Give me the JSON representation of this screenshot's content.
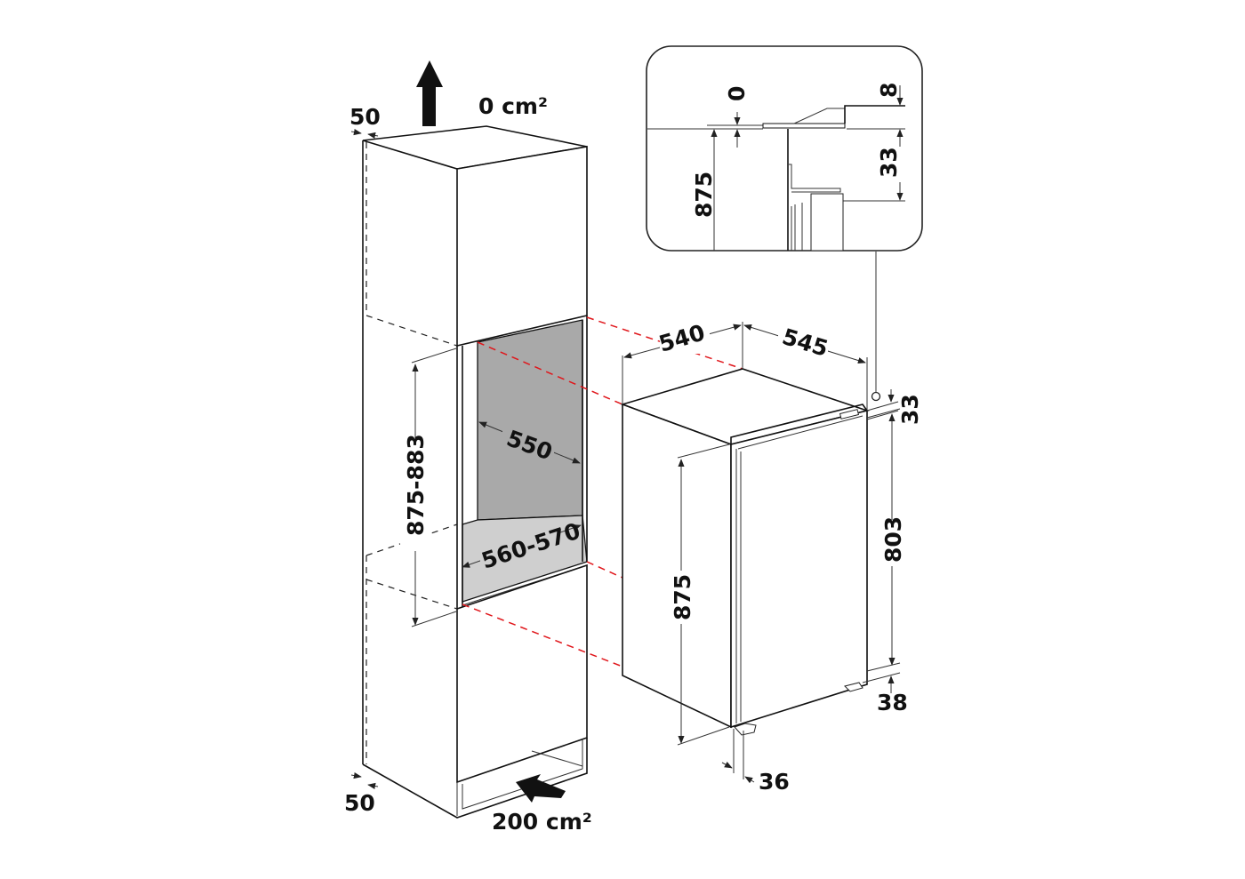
{
  "diagram": {
    "type": "built-in refrigerator installation dimensions",
    "units": "mm",
    "colors": {
      "line": "#111111",
      "alignment_guide": "#e0161b",
      "niche_fill": "#a9a9a9",
      "niche_floor_fill": "#cfcfcf"
    },
    "cabinet": {
      "ventilation_top_label": "0 cm²",
      "ventilation_bottom_label": "200 cm²",
      "rear_gap_top": "50",
      "rear_gap_bottom": "50",
      "niche_height": "875-883",
      "niche_width": "560-570",
      "niche_depth": "550"
    },
    "appliance": {
      "width": "540",
      "depth": "545",
      "top_gap": "33",
      "door_height": "875",
      "body_height": "803",
      "feet_height": "38",
      "door_offset": "36"
    },
    "detail_inset": {
      "top_offset": "0",
      "step": "8",
      "gap": "33",
      "height": "875"
    }
  }
}
